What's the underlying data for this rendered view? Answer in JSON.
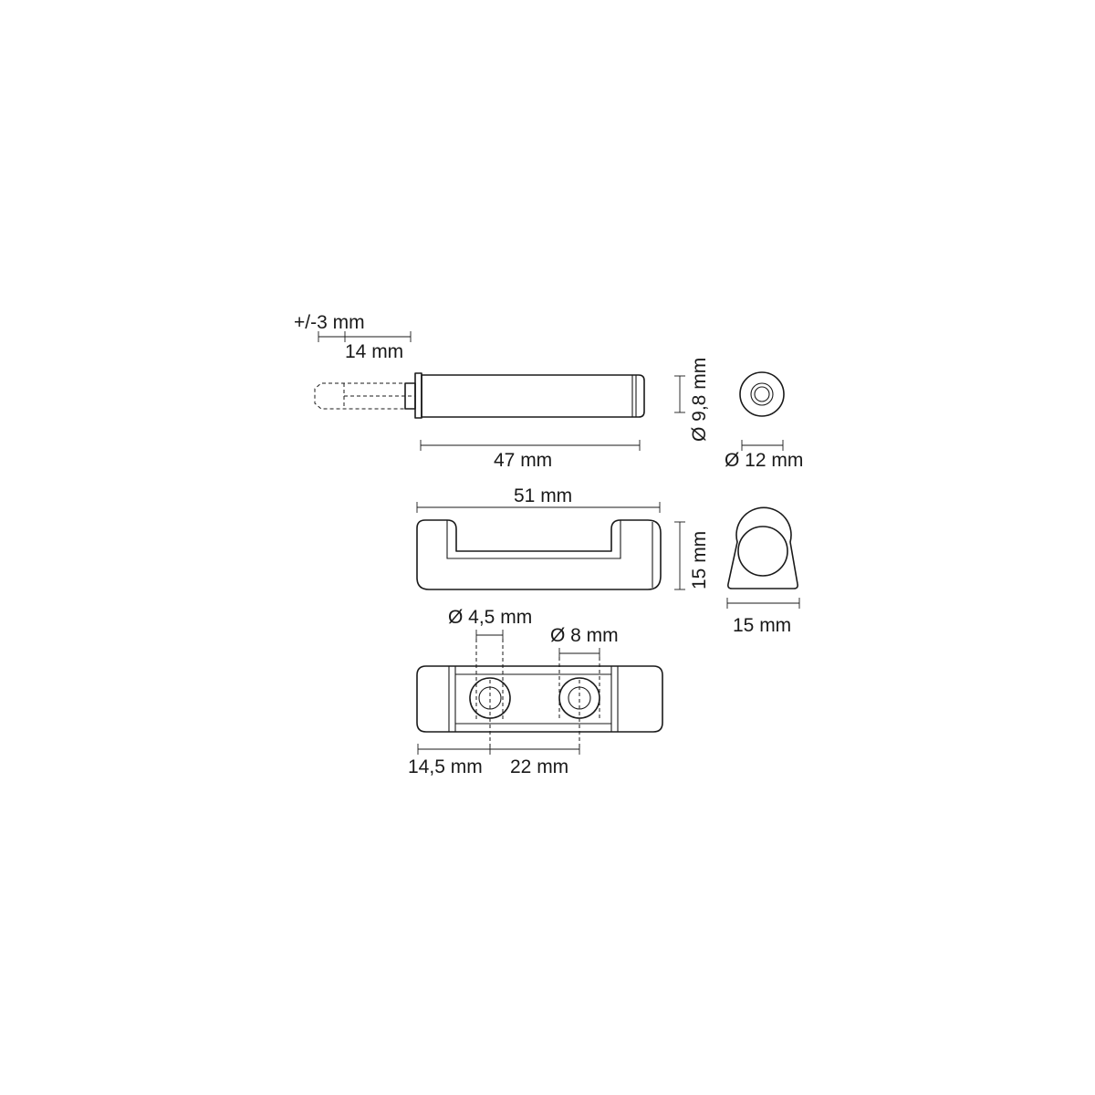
{
  "dimensions": {
    "push_travel": "+/-3 mm",
    "push_extension": "14 mm",
    "pusher_length": "47 mm",
    "pusher_diameter": "Ø 9,8 mm",
    "cap_diameter": "Ø 12 mm",
    "holder_length": "51 mm",
    "holder_height": "15 mm",
    "holder_depth": "15 mm",
    "screw_hole_diameter": "Ø 4,5 mm",
    "counterbore_diameter": "Ø 8 mm",
    "first_hole_offset": "14,5 mm",
    "hole_spacing": "22 mm"
  },
  "colors": {
    "line": "#1a1a1a",
    "background": "#ffffff"
  }
}
